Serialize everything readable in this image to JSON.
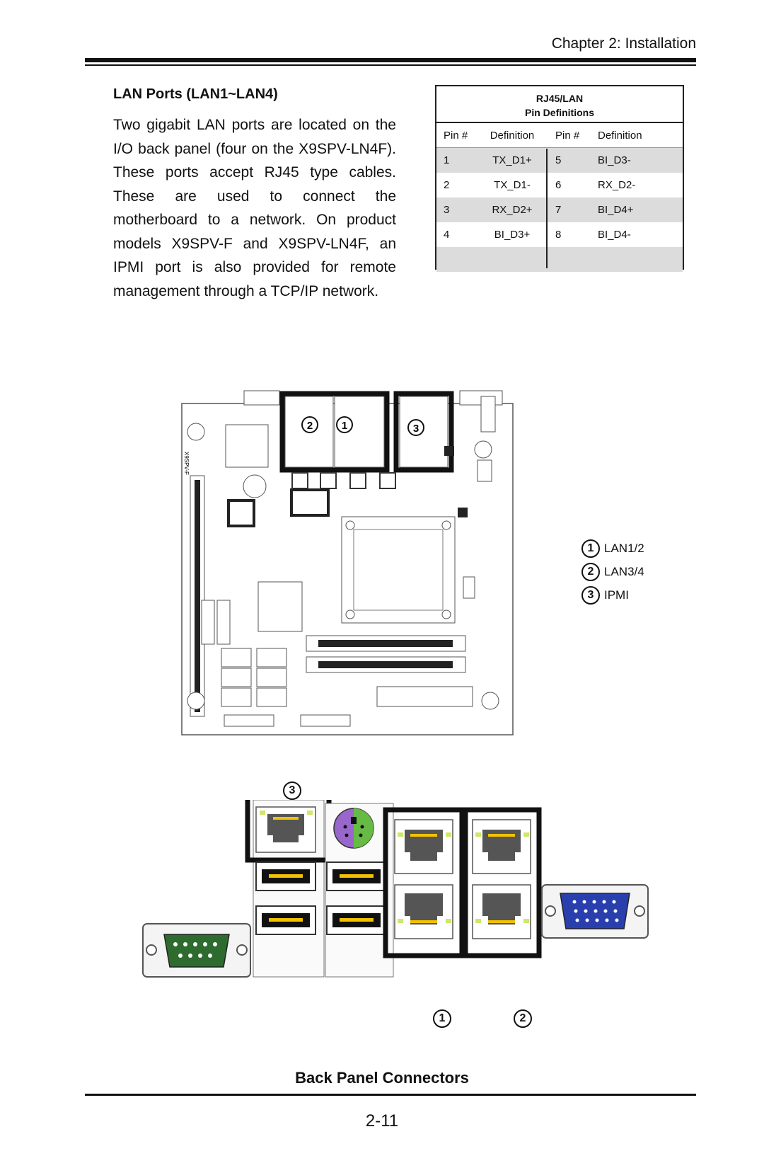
{
  "header": {
    "chapter": "Chapter 2: Installation"
  },
  "section": {
    "title": "LAN Ports (LAN1~LAN4)",
    "body": "Two gigabit LAN ports are located on the I/O back panel (four on the X9SPV-LN4F). These ports accept RJ45 type cables. These are used to connect the motherboard to a network. On product models X9SPV-F and X9SPV-LN4F, an IPMI port is also provided for remote management through a TCP/IP network."
  },
  "pin_table": {
    "title_line1": "RJ45/LAN",
    "title_line2": "Pin Definitions",
    "col_pin_a": "Pin #",
    "col_def_a": "Definition",
    "col_pin_b": "Pin #",
    "col_def_b": "Definition",
    "rows": [
      {
        "pin_a": "1",
        "def_a": "TX_D1+",
        "pin_b": "5",
        "def_b": "BI_D3-"
      },
      {
        "pin_a": "2",
        "def_a": "TX_D1-",
        "pin_b": "6",
        "def_b": "RX_D2-"
      },
      {
        "pin_a": "3",
        "def_a": "RX_D2+",
        "pin_b": "7",
        "def_b": "BI_D4+"
      },
      {
        "pin_a": "4",
        "def_a": "BI_D3+",
        "pin_b": "8",
        "def_b": "BI_D4-"
      }
    ]
  },
  "board": {
    "callouts": [
      "1",
      "2",
      "3"
    ],
    "model_label": "X9SPV-F"
  },
  "legend": [
    {
      "num": "1",
      "label": "LAN1/2"
    },
    {
      "num": "2",
      "label": "LAN3/4"
    },
    {
      "num": "3",
      "label": "IPMI"
    }
  ],
  "panel": {
    "callout_top": "3",
    "callout_left": "1",
    "callout_right": "2",
    "colors": {
      "ps2_purple": "#9966cc",
      "ps2_green": "#66bb44",
      "com_green": "#2e6b2e",
      "vga_blue": "#2a3fae",
      "led_yellow": "#f2c200",
      "led_green": "#cde86a"
    }
  },
  "footer": {
    "caption": "Back Panel Connectors",
    "page_number": "2-11"
  }
}
